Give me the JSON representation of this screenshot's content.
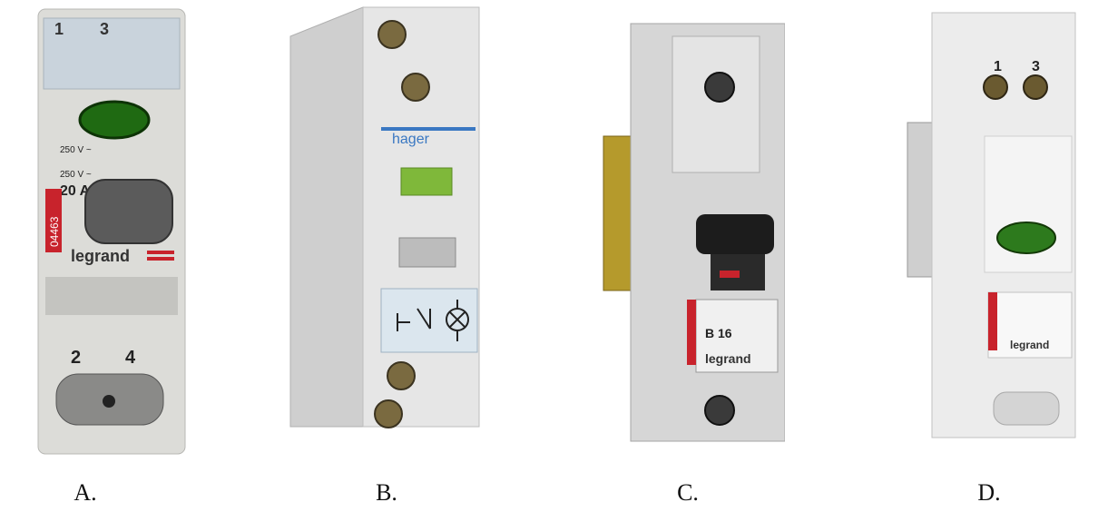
{
  "options": [
    {
      "label": "A.",
      "device": {
        "brand": "legrand",
        "terminals_top": [
          "1",
          "3"
        ],
        "terminals_bottom": [
          "2",
          "4"
        ],
        "rating_voltage": "250 V ~",
        "rating_current": "20 A",
        "part_number": "04463",
        "indicator_color": "#1f6a12"
      }
    },
    {
      "label": "B.",
      "device": {
        "brand": "hager",
        "indicator_color": "#7fb83a"
      }
    },
    {
      "label": "C.",
      "device": {
        "brand": "legrand",
        "rating": "B 16"
      }
    },
    {
      "label": "D.",
      "device": {
        "brand": "legrand",
        "terminals_top": [
          "1",
          "3"
        ],
        "indicator_color": "#2d7a1d"
      }
    }
  ]
}
